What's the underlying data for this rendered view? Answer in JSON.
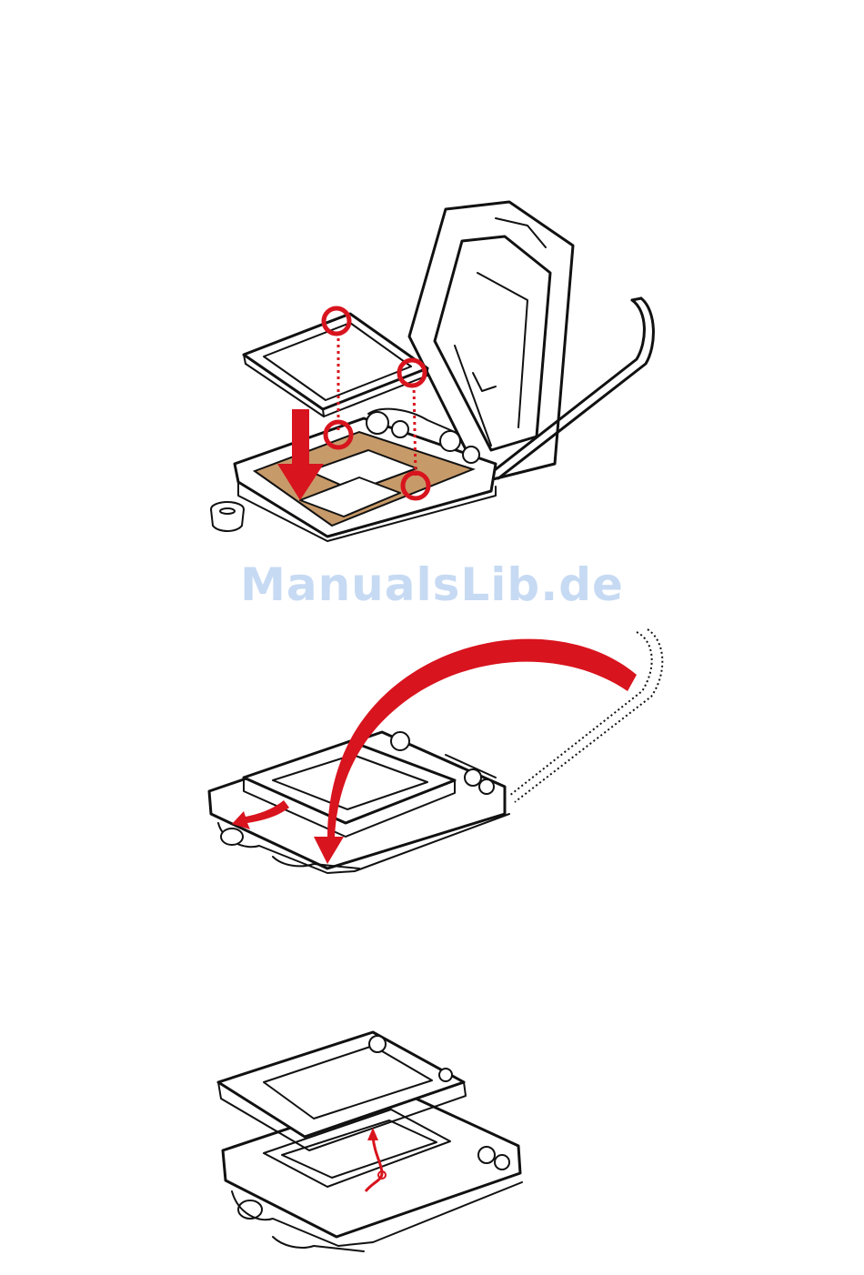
{
  "watermark": {
    "text": "ManualsLib.de",
    "color": "#c7daf3"
  },
  "colors": {
    "accent_red": "#d8141e",
    "socket_pad": "#c79a69",
    "line": "#111111"
  },
  "figures": [
    {
      "name": "cpu-insertion-diagram",
      "icons": [
        "cpu-chip-icon",
        "down-arrow-icon",
        "alignment-circle-icon",
        "socket-cap-icon"
      ]
    },
    {
      "name": "load-plate-closing-diagram",
      "icons": [
        "curved-arrow-icon",
        "lever-outline-icon"
      ]
    },
    {
      "name": "socket-cap-removal-diagram",
      "icons": [
        "lift-arrow-icon"
      ]
    }
  ]
}
